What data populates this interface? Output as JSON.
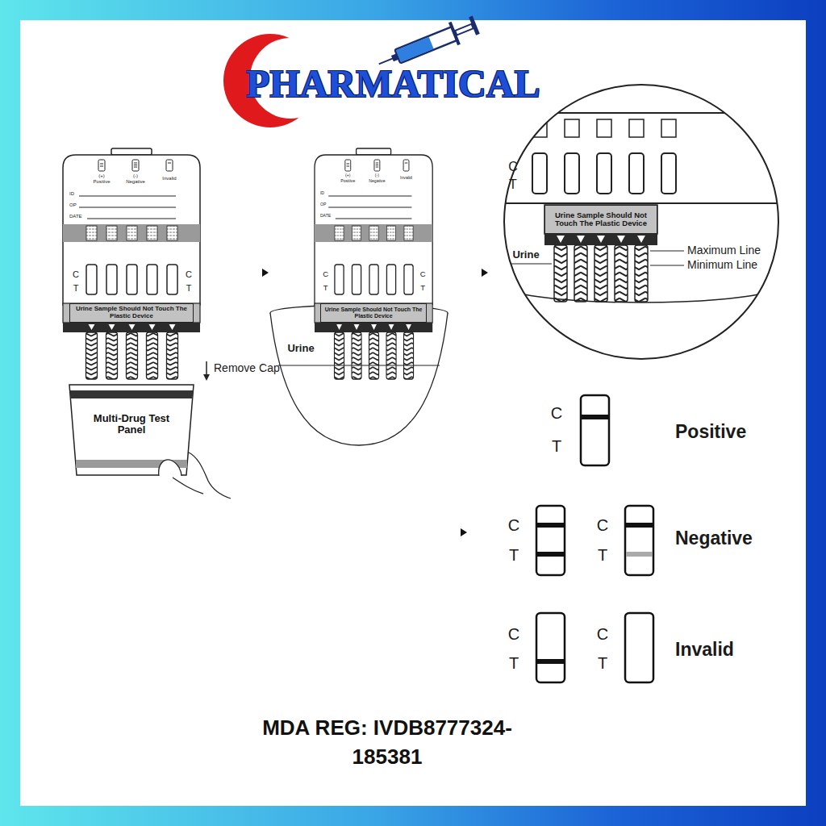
{
  "diagram": {
    "title": "PHARMATICAL",
    "caption": "MDA REG: IVDB8777324-185381",
    "nodes": [
      {
        "text": [
          "Multi-Drug Test Panel"
        ]
      },
      {
        "text": [
          "Urine Sample Should Not Touch The Plastic Device"
        ]
      },
      {
        "text": [
          "Urine Sample Should Not Touch The Plastic Device"
        ]
      },
      {
        "text": [
          "Urine Sample Should Not Touch The Plastic Device"
        ]
      }
    ],
    "labels": [
      "Remove Cap",
      "Urine",
      "Urine",
      "Maximum Line",
      "Minimum Line",
      "Positive",
      "Negative",
      "Invalid",
      "(+)",
      "Positive",
      "(-)",
      "Negative",
      "Invalid",
      "ID",
      "OP",
      "DATE",
      "C",
      "T",
      "C",
      "T",
      "(+)",
      "Positive",
      "(-)",
      "Negative",
      "Invalid",
      "ID",
      "OP",
      "DATE",
      "C",
      "T",
      "C",
      "T",
      "C",
      "T",
      "C",
      "T",
      "C",
      "T",
      "C",
      "T",
      "C",
      "T",
      "C",
      "T"
    ]
  }
}
